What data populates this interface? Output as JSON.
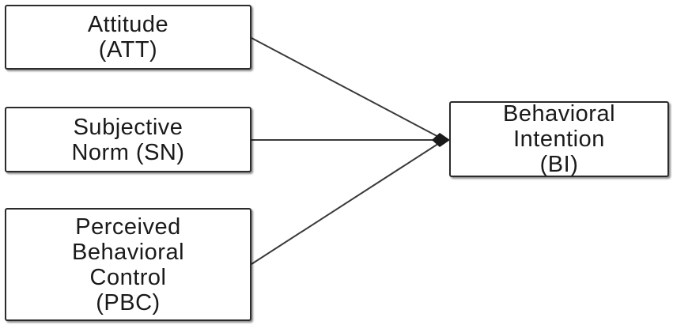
{
  "nodes": {
    "att": {
      "lines": [
        "Attitude",
        "(ATT)"
      ]
    },
    "sn": {
      "lines": [
        "Subjective",
        "Norm (SN)"
      ]
    },
    "pbc": {
      "lines": [
        "Perceived",
        "Behavioral",
        "Control",
        "(PBC)"
      ]
    },
    "bi": {
      "lines": [
        "Behavioral",
        "Intention",
        "(BI)"
      ]
    }
  },
  "edges": [
    {
      "from": "att",
      "to": "bi"
    },
    {
      "from": "sn",
      "to": "bi"
    },
    {
      "from": "pbc",
      "to": "bi"
    }
  ],
  "colors": {
    "line": "#3a3a3a",
    "border": "#2b2b2b",
    "text": "#1a1a1a"
  }
}
